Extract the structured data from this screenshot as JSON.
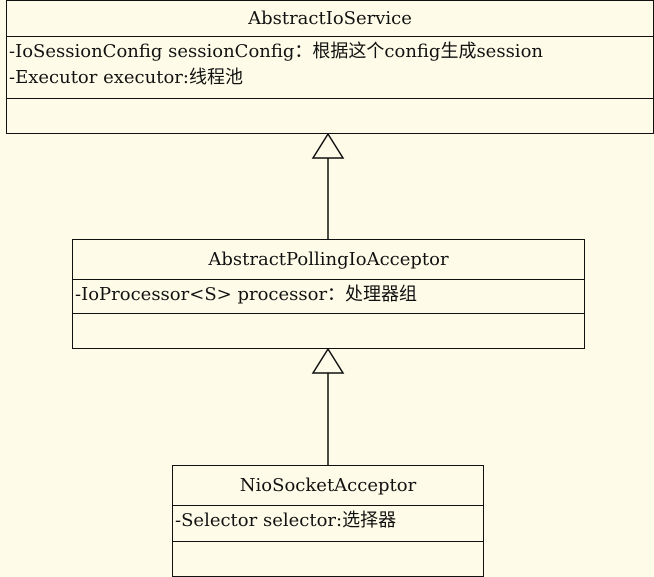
{
  "diagram": {
    "classes": [
      {
        "name": "AbstractIoService",
        "attributes": [
          "-IoSessionConfig sessionConfig：根据这个config生成session",
          "-Executor executor:线程池"
        ],
        "methods": []
      },
      {
        "name": "AbstractPollingIoAcceptor",
        "attributes": [
          "-IoProcessor<S> processor：处理器组"
        ],
        "methods": []
      },
      {
        "name": "NioSocketAcceptor",
        "attributes": [
          "-Selector selector:选择器"
        ],
        "methods": []
      }
    ],
    "relations": [
      {
        "type": "generalization",
        "from": "AbstractPollingIoAcceptor",
        "to": "AbstractIoService"
      },
      {
        "type": "generalization",
        "from": "NioSocketAcceptor",
        "to": "AbstractPollingIoAcceptor"
      }
    ],
    "colors": {
      "background": "#fefce8",
      "line": "#111111"
    }
  }
}
